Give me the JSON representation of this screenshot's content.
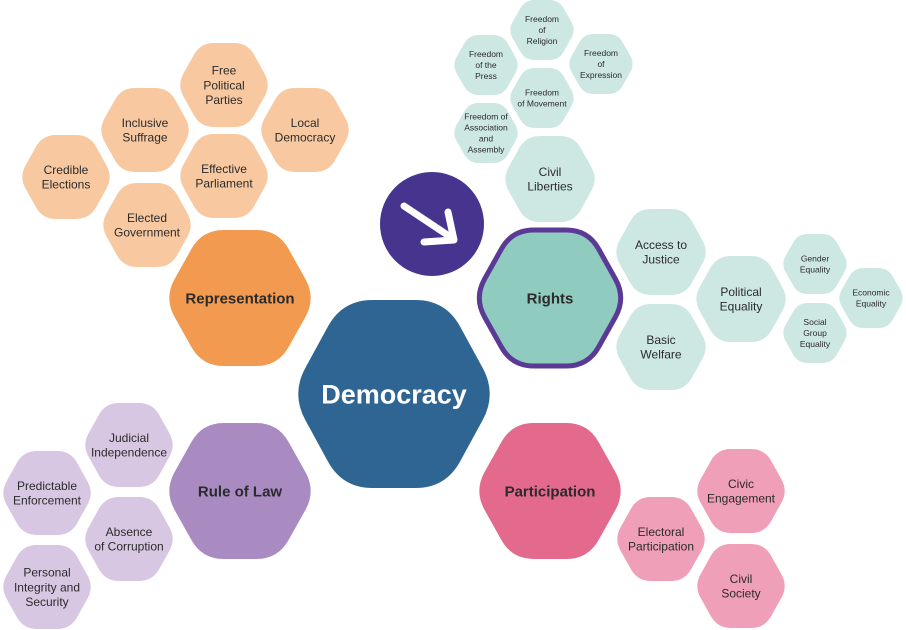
{
  "colors": {
    "representation_dark": "#f29a4f",
    "representation_light": "#f8c9a0",
    "rights_dark": "#8fcbbf",
    "rights_light": "#cde8e3",
    "rights_border": "#5b3a96",
    "rule_of_law_dark": "#a98bc2",
    "rule_of_law_light": "#d8c7e3",
    "participation_dark": "#e3698d",
    "participation_light": "#ef9fb8",
    "democracy": "#2f6593",
    "arrow_badge": "#46348f"
  },
  "center": {
    "label": "Democracy"
  },
  "arrow_badge": {
    "icon": "arrow-down-right-icon"
  },
  "representation": {
    "label": "Representation",
    "items": {
      "free_political_parties": [
        "Free",
        "Political",
        "Parties"
      ],
      "inclusive_suffrage": [
        "Inclusive",
        "Suffrage"
      ],
      "local_democracy": [
        "Local",
        "Democracy"
      ],
      "credible_elections": [
        "Credible",
        "Elections"
      ],
      "effective_parliament": [
        "Effective",
        "Parliament"
      ],
      "elected_government": [
        "Elected",
        "Government"
      ]
    }
  },
  "rights": {
    "label": "Rights",
    "civil_liberties": {
      "label": [
        "Civil",
        "Liberties"
      ],
      "items": {
        "freedom_of_religion": [
          "Freedom",
          "of",
          "Religion"
        ],
        "freedom_of_the_press": [
          "Freedom",
          "of the",
          "Press"
        ],
        "freedom_of_expression": [
          "Freedom",
          "of",
          "Expression"
        ],
        "freedom_of_movement": [
          "Freedom",
          "of Movement"
        ],
        "freedom_of_association": [
          "Freedom of",
          "Association",
          "and",
          "Assembly"
        ]
      }
    },
    "access_to_justice": [
      "Access to",
      "Justice"
    ],
    "basic_welfare": [
      "Basic",
      "Welfare"
    ],
    "political_equality": {
      "label": [
        "Political",
        "Equality"
      ],
      "items": {
        "gender_equality": [
          "Gender",
          "Equality"
        ],
        "economic_equality": [
          "Economic",
          "Equality"
        ],
        "social_group_equality": [
          "Social",
          "Group",
          "Equality"
        ]
      }
    }
  },
  "rule_of_law": {
    "label": "Rule of Law",
    "items": {
      "judicial_independence": [
        "Judicial",
        "Independence"
      ],
      "predictable_enforcement": [
        "Predictable",
        "Enforcement"
      ],
      "absence_of_corruption": [
        "Absence",
        "of Corruption"
      ],
      "personal_integrity": [
        "Personal",
        "Integrity and",
        "Security"
      ]
    }
  },
  "participation": {
    "label": "Participation",
    "items": {
      "civic_engagement": [
        "Civic",
        "Engagement"
      ],
      "electoral_participation": [
        "Electoral",
        "Participation"
      ],
      "civil_society": [
        "Civil",
        "Society"
      ]
    }
  }
}
